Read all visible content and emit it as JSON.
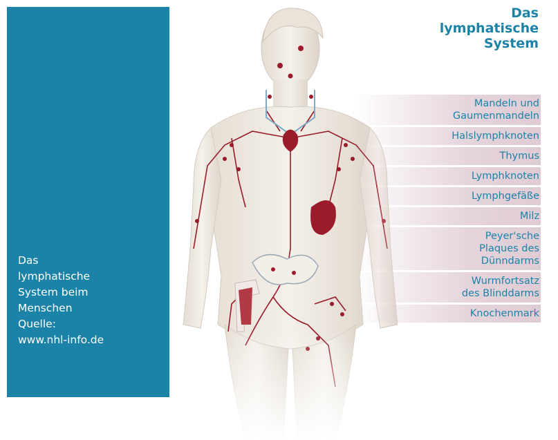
{
  "title_lines": [
    "Das",
    "lymphatische",
    "System"
  ],
  "caption_lines": [
    "Das",
    "lymphatische",
    "System beim",
    "Menschen",
    "Quelle:",
    "www.nhl-info.de"
  ],
  "labels": [
    {
      "line1": "Mandeln und",
      "line2": "Gaumenmandeln",
      "line3": ""
    },
    {
      "line1": "Halslymphknoten",
      "line2": "",
      "line3": ""
    },
    {
      "line1": "Thymus",
      "line2": "",
      "line3": ""
    },
    {
      "line1": "Lymphknoten",
      "line2": "",
      "line3": ""
    },
    {
      "line1": "Lymphgefäße",
      "line2": "",
      "line3": ""
    },
    {
      "line1": "Milz",
      "line2": "",
      "line3": ""
    },
    {
      "line1": "Peyer'sche",
      "line2": "Plaques des",
      "line3": "Dünndarms"
    },
    {
      "line1": "Wurmfortsatz",
      "line2": "des Blinddarms",
      "line3": ""
    },
    {
      "line1": "Knochenmark",
      "line2": "",
      "line3": ""
    }
  ],
  "colors": {
    "sidebar": "#1b83a7",
    "accent_text": "#1b83a7",
    "label_band": "#dfcbd4",
    "lymph_organ": "#9a1b2a",
    "body": "#efeae2"
  },
  "figure_icon": "human-lymphatic-illustration"
}
